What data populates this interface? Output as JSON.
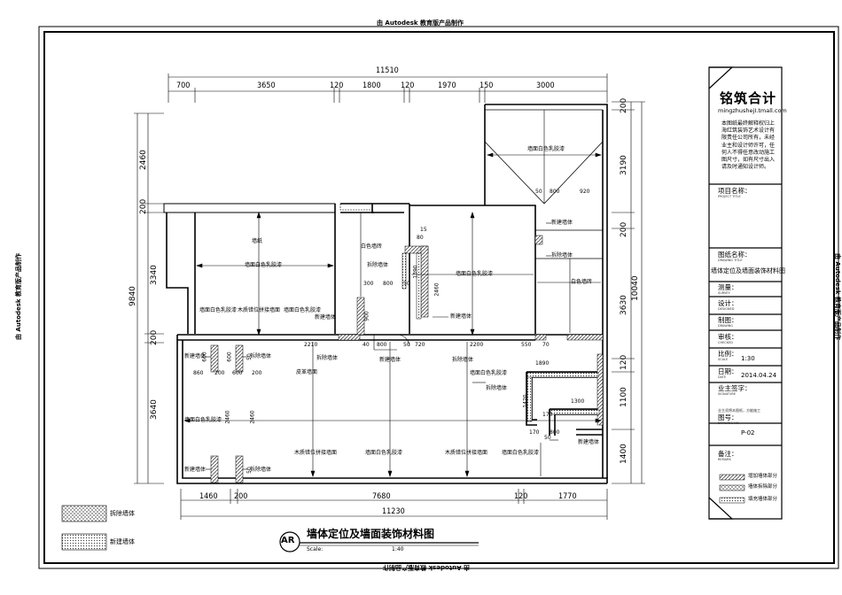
{
  "watermark": "由 Autodesk 教育版产品制作",
  "drawing": {
    "dims_top": [
      "11510",
      "700",
      "3650",
      "120",
      "1800",
      "120",
      "1970",
      "150",
      "3000"
    ],
    "dims_left": [
      "2460",
      "200",
      "3340",
      "9840",
      "200",
      "3640"
    ],
    "dims_right": [
      "200",
      "3190",
      "200",
      "10040",
      "3630",
      "120",
      "1100",
      "1400"
    ],
    "dims_bottom": [
      "1460",
      "200",
      "7680",
      "120",
      "1770",
      "11230"
    ],
    "inner_dims": [
      "15",
      "80",
      "1390",
      "300",
      "800",
      "50",
      "2460",
      "900",
      "2210",
      "40",
      "800",
      "50",
      "720",
      "2200",
      "550",
      "70",
      "50",
      "800",
      "920",
      "1890",
      "860",
      "200",
      "600",
      "200",
      "2460",
      "2460",
      "1420",
      "1300",
      "170",
      "800",
      "170",
      "50",
      "600",
      "600",
      "50",
      "50"
    ],
    "labels": {
      "wall_paint": "墙面白色乳胶漆",
      "new_wall": "新建墙体",
      "demolish_wall": "拆除墙体",
      "wallpaper": "墙纸",
      "white_brick": "白色墙砖",
      "wood_panel": "木质错位拼接墙面",
      "leather_wall": "皮革墙面"
    }
  },
  "legend": {
    "items": [
      "拆除墙体",
      "新建墙体"
    ]
  },
  "title_block": {
    "logo": "铭筑合计",
    "website": "mingzhushejI.tmall.com",
    "notice": [
      "本图纸最终解释权归上",
      "海红筑装饰艺术设计有",
      "限责任公司所有，未经",
      "业主和设计师许可，任",
      "何人不得任意改动施工",
      "图尺寸，如有尺寸出入",
      "请及时通知设计师。"
    ],
    "project_name_label": "项目名称：",
    "project_name_en": "PROJECT TITLE",
    "drawing_name_label": "图纸名称：",
    "drawing_name_en": "DRAWING TITLE",
    "drawing_name": "墙体定位及墙面装饰材料图",
    "survey_label": "测量：",
    "survey_en": "SURVEY",
    "design_label": "设计：",
    "design_en": "DESIGNED",
    "draw_label": "制图：",
    "draw_en": "DRAWING",
    "check_label": "审核：",
    "check_en": "CHECKED",
    "scale_label": "比例：",
    "scale_en": "SCALE",
    "scale_value": "1:30",
    "date_label": "日期：",
    "date_en": "DATE",
    "date_value": "2014.04.24",
    "owner_label": "业主签字：",
    "owner_en": "SIGNATURE",
    "owner_note": "业主须将本图纸，方能施工",
    "drawing_no_label": "图号：",
    "drawing_no_en": "DRAWING NO.",
    "drawing_no": "P-02",
    "remarks_label": "备注：",
    "remarks_en": "REMARK",
    "legend": [
      "增加墙体部分",
      "墙体拆除部分",
      "填充墙体部分"
    ]
  },
  "title": {
    "badge": "AR",
    "main": "墙体定位及墙面装饰材料图",
    "scale_label": "Scale:",
    "scale_value": "1:40"
  }
}
